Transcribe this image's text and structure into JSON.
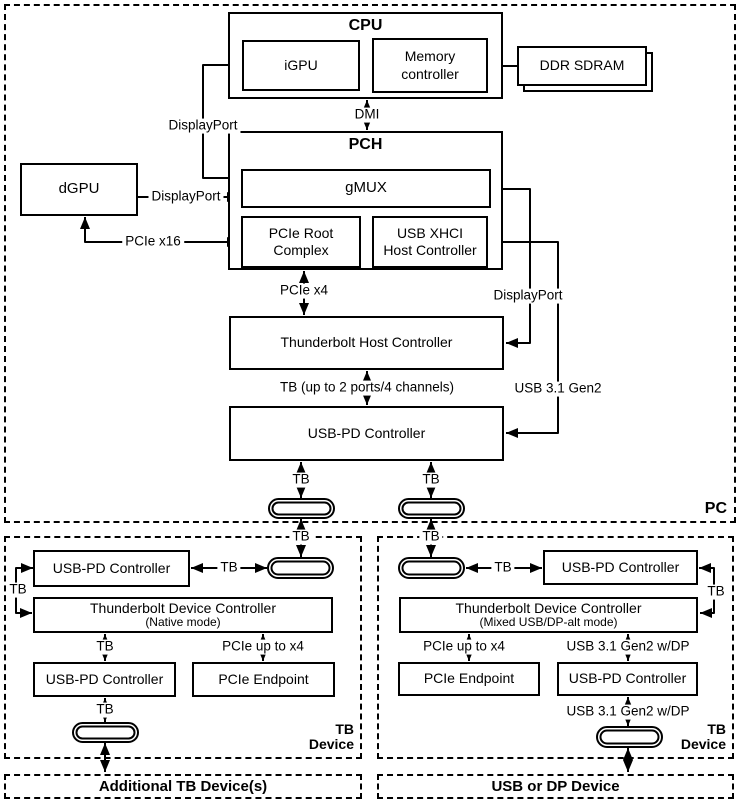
{
  "colors": {
    "line": "#000000",
    "background": "#ffffff",
    "text": "#000000"
  },
  "pc": {
    "label": "PC",
    "cpu": {
      "title": "CPU",
      "igpu": "iGPU",
      "memory_controller": "Memory\ncontroller"
    },
    "ddr_sdram": "DDR SDRAM",
    "pch": {
      "title": "PCH",
      "gmux": "gMUX",
      "pcie_root_complex": "PCIe Root\nComplex",
      "usb_xhci": "USB XHCI\nHost Controller"
    },
    "dgpu": "dGPU",
    "thunderbolt_host_controller": "Thunderbolt Host Controller",
    "usb_pd_controller": "USB-PD Controller",
    "links": {
      "dmi": "DMI",
      "displayport_igpu": "DisplayPort",
      "displayport_dgpu": "DisplayPort",
      "pcie_x16": "PCIe x16",
      "pcie_x4": "PCIe x4",
      "displayport_gmux": "DisplayPort",
      "usb31_gen2": "USB 3.1 Gen2",
      "tb_channels": "TB (up to 2 ports/4 channels)",
      "tb_port_left": "TB",
      "tb_port_right": "TB",
      "tb_cable_left": "TB",
      "tb_cable_right": "TB"
    }
  },
  "tb_device_native": {
    "label": "TB\nDevice",
    "usb_pd_top": "USB-PD Controller",
    "controller": "Thunderbolt Device Controller",
    "mode": "(Native mode)",
    "usb_pd_bottom": "USB-PD Controller",
    "pcie_endpoint": "PCIe Endpoint",
    "links": {
      "tb_port": "TB",
      "tb_side": "TB",
      "tb_down": "TB",
      "pcie": "PCIe up to x4",
      "tb_out": "TB"
    }
  },
  "tb_device_mixed": {
    "label": "TB\nDevice",
    "usb_pd_top": "USB-PD Controller",
    "controller": "Thunderbolt Device Controller",
    "mode": "(Mixed USB/DP-alt mode)",
    "usb_pd_bottom": "USB-PD Controller",
    "pcie_endpoint": "PCIe Endpoint",
    "links": {
      "tb_port": "TB",
      "tb_side": "TB",
      "pcie": "PCIe up to x4",
      "usb31_upper": "USB 3.1 Gen2 w/DP",
      "usb31_lower": "USB 3.1 Gen2 w/DP"
    }
  },
  "additional_tb_devices": "Additional TB Device(s)",
  "usb_or_dp_device": "USB or DP Device"
}
